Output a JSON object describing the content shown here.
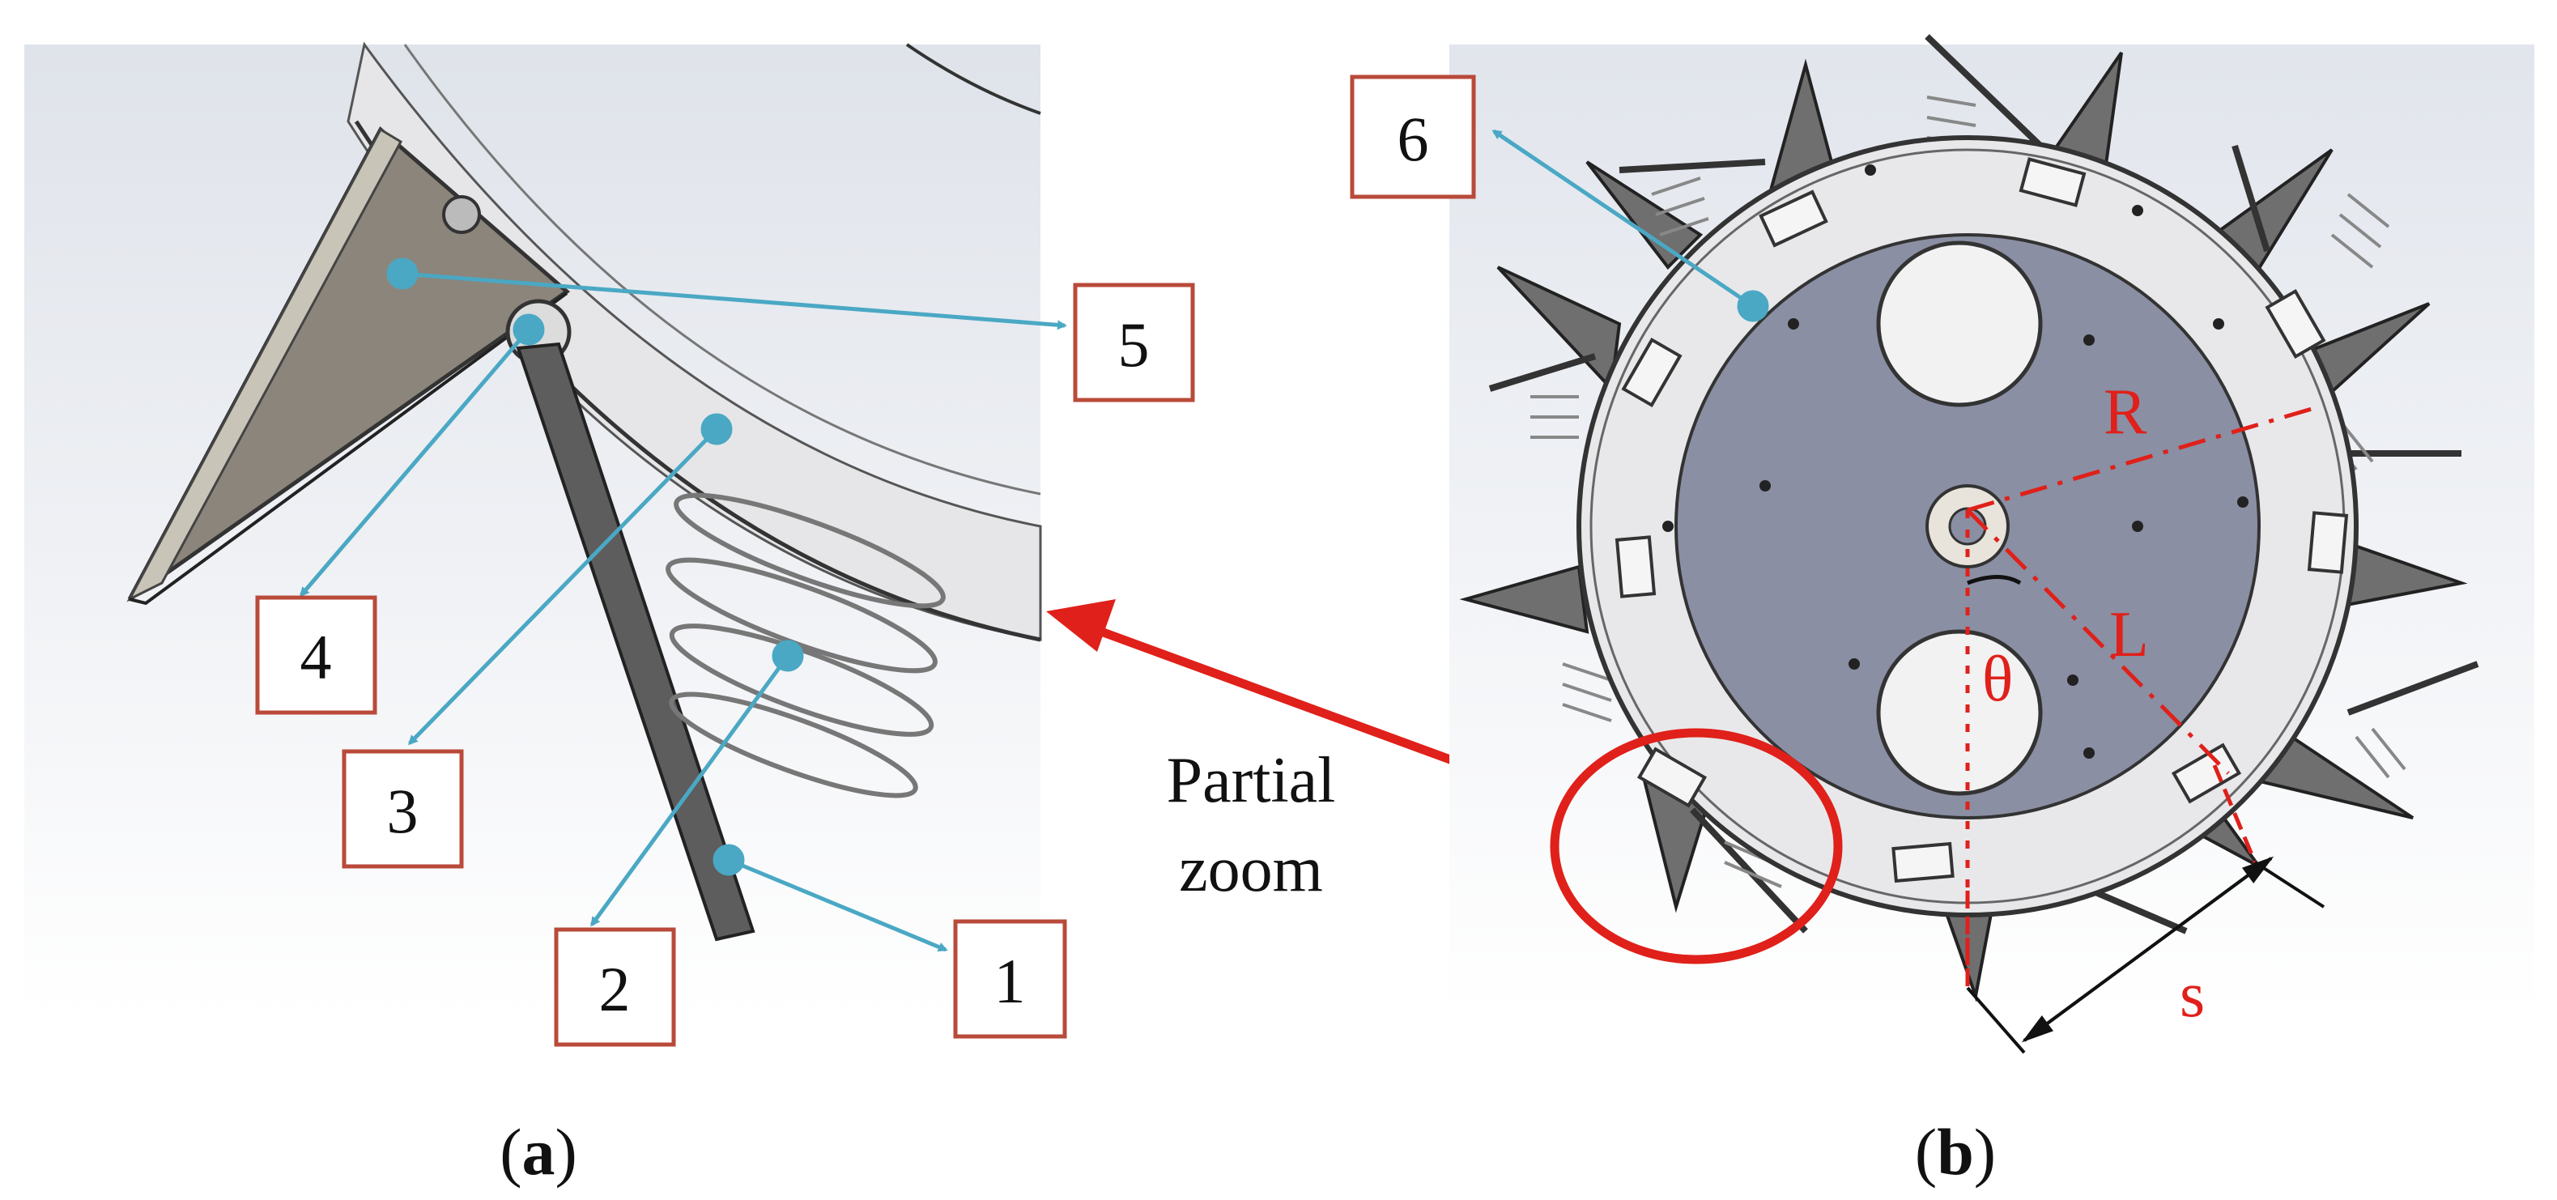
{
  "callouts": {
    "n1": "1",
    "n2": "2",
    "n3": "3",
    "n4": "4",
    "n5": "5",
    "n6": "6"
  },
  "zoom_text": {
    "line1": "Partial",
    "line2": "zoom"
  },
  "dimensions": {
    "R": "R",
    "L": "L",
    "theta": "θ",
    "s": "s"
  },
  "panels": {
    "a": {
      "open": "(",
      "letter": "a",
      "close": ")"
    },
    "b": {
      "open": "(",
      "letter": "b",
      "close": ")"
    }
  },
  "colors": {
    "callout_box": "#b94a3a",
    "leader": "#4aa8c4",
    "highlight": "#e0201a",
    "disk": "#8a8fa3",
    "blade": "#6f6f6f"
  }
}
